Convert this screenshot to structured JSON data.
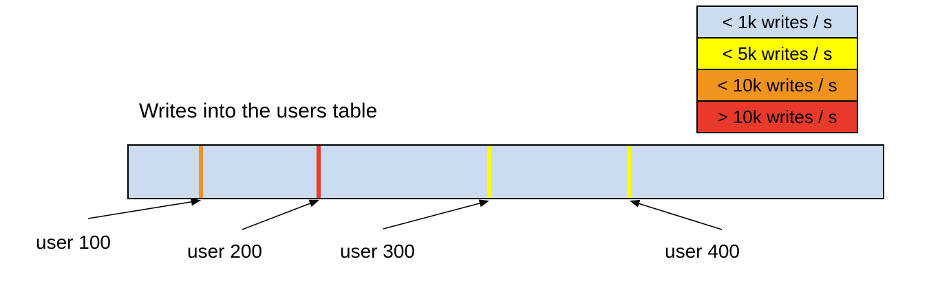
{
  "diagram": {
    "title": "Writes into the users table",
    "legend": {
      "items": [
        {
          "label": "< 1k writes / s",
          "color": "#cbdcef"
        },
        {
          "label": "< 5k writes / s",
          "color": "#ffff00"
        },
        {
          "label": "< 10k writes / s",
          "color": "#f0941e"
        },
        {
          "label": "> 10k writes / s",
          "color": "#e8392a"
        }
      ]
    },
    "table_bar": {
      "fill": "#cbdcef",
      "border_color": "#000000",
      "markers": [
        {
          "label": "user 100",
          "stripe_color": "#f0941e"
        },
        {
          "label": "user 200",
          "stripe_color": "#e8392a"
        },
        {
          "label": "user 300",
          "stripe_color": "#ffff00"
        },
        {
          "label": "user 400",
          "stripe_color": "#ffff00"
        }
      ]
    }
  }
}
